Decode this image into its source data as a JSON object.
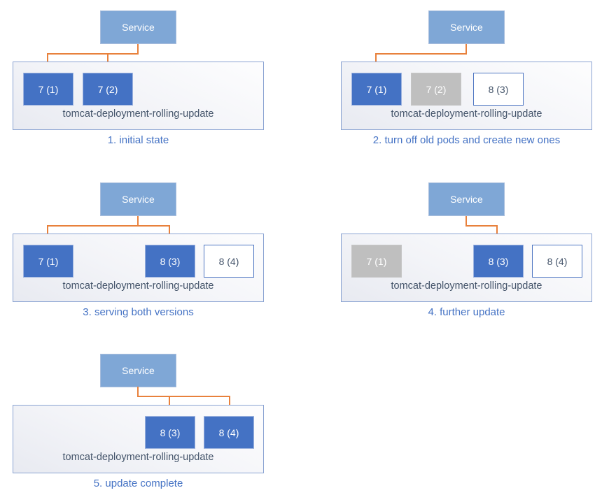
{
  "diagram": {
    "colors": {
      "service_fill": "#7fa7d6",
      "pod_active_fill": "#4472c4",
      "pod_terminated_fill": "#bfbfbf",
      "pod_new_fill": "#ffffff",
      "pod_new_border": "#4e76c2",
      "arrow": "#e8813c",
      "caption_text": "#4472c4",
      "deployment_text": "#44546a"
    },
    "panels": [
      {
        "service": "Service",
        "deployment": "tomcat-deployment-rolling-update",
        "caption": "1. initial state",
        "pods": [
          {
            "label": "7 (1)",
            "state": "active"
          },
          {
            "label": "7 (2)",
            "state": "active"
          }
        ]
      },
      {
        "service": "Service",
        "deployment": "tomcat-deployment-rolling-update",
        "caption": "2. turn off old pods and create new ones",
        "pods": [
          {
            "label": "7 (1)",
            "state": "active"
          },
          {
            "label": "7 (2)",
            "state": "terminated"
          },
          {
            "label": "8 (3)",
            "state": "new"
          }
        ]
      },
      {
        "service": "Service",
        "deployment": "tomcat-deployment-rolling-update",
        "caption": "3. serving both versions",
        "pods": [
          {
            "label": "7 (1)",
            "state": "active"
          },
          {
            "label": "8 (3)",
            "state": "active"
          },
          {
            "label": "8 (4)",
            "state": "new"
          }
        ]
      },
      {
        "service": "Service",
        "deployment": "tomcat-deployment-rolling-update",
        "caption": "4. further update",
        "pods": [
          {
            "label": "7 (1)",
            "state": "terminated"
          },
          {
            "label": "8 (3)",
            "state": "active"
          },
          {
            "label": "8 (4)",
            "state": "new"
          }
        ]
      },
      {
        "service": "Service",
        "deployment": "tomcat-deployment-rolling-update",
        "caption": "5. update complete",
        "pods": [
          {
            "label": "8 (3)",
            "state": "active"
          },
          {
            "label": "8 (4)",
            "state": "active"
          }
        ]
      }
    ]
  }
}
